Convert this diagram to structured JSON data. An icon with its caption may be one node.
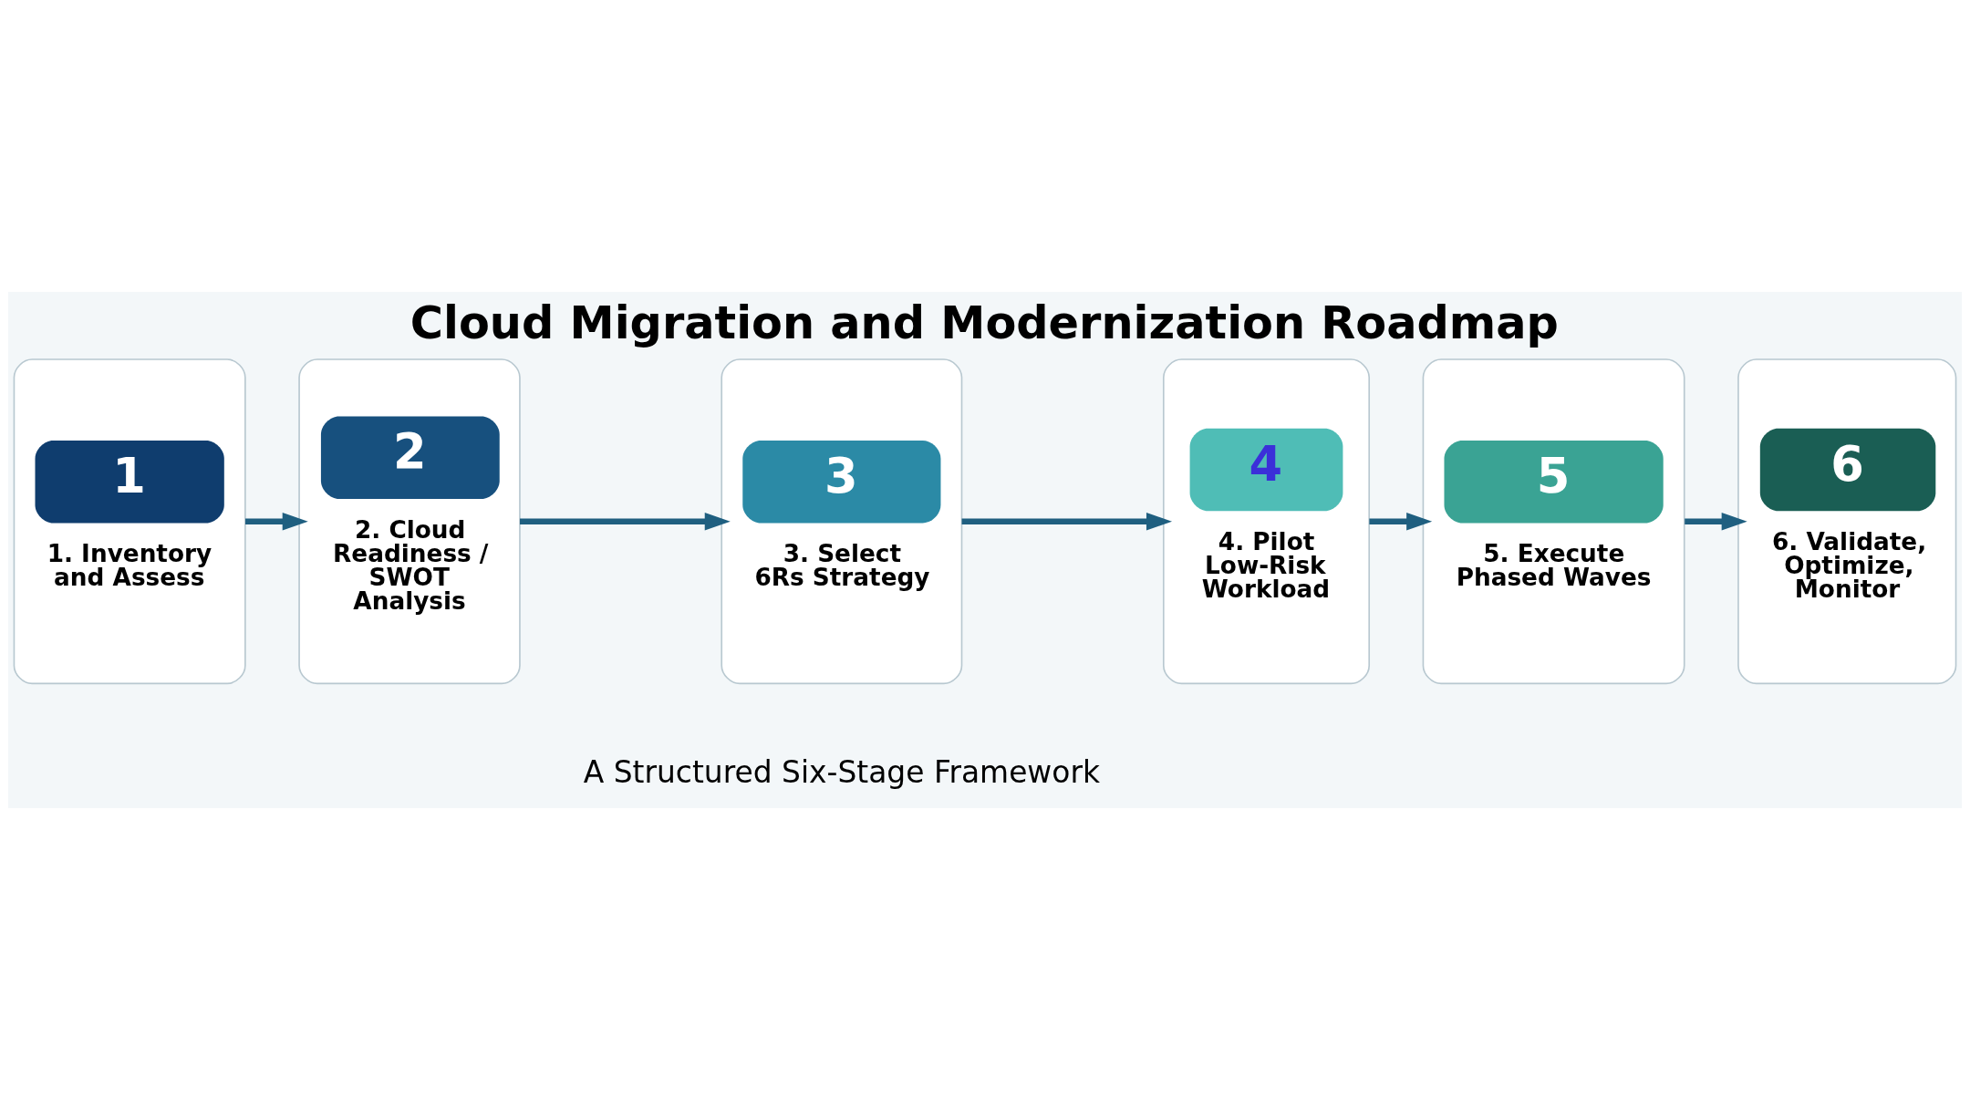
{
  "diagram": {
    "title": "Cloud Migration and Modernization Roadmap",
    "nodes": [
      {
        "text": [
          "1",
          "1. Inventory and Assess"
        ]
      },
      {
        "text": [
          "2",
          "2. Cloud Readiness / SWOT Analysis"
        ]
      },
      {
        "text": [
          "3",
          "3. Select 6Rs Strategy"
        ]
      },
      {
        "text": [
          "4",
          "4. Pilot Low-Risk Workload"
        ]
      },
      {
        "text": [
          "5",
          "5. Execute Phased Waves"
        ]
      },
      {
        "text": [
          "6",
          "6. Validate, Optimize, Monitor"
        ]
      }
    ],
    "edges": [
      {
        "from": 0,
        "to": 1,
        "arrow": "to"
      },
      {
        "from": 1,
        "to": 2,
        "arrow": "to"
      },
      {
        "from": 2,
        "to": 3,
        "arrow": "to"
      },
      {
        "from": 3,
        "to": 4,
        "arrow": "to"
      },
      {
        "from": 4,
        "to": 5,
        "arrow": "to"
      }
    ],
    "labels": [
      "A Structured Six-Stage Framework"
    ]
  }
}
